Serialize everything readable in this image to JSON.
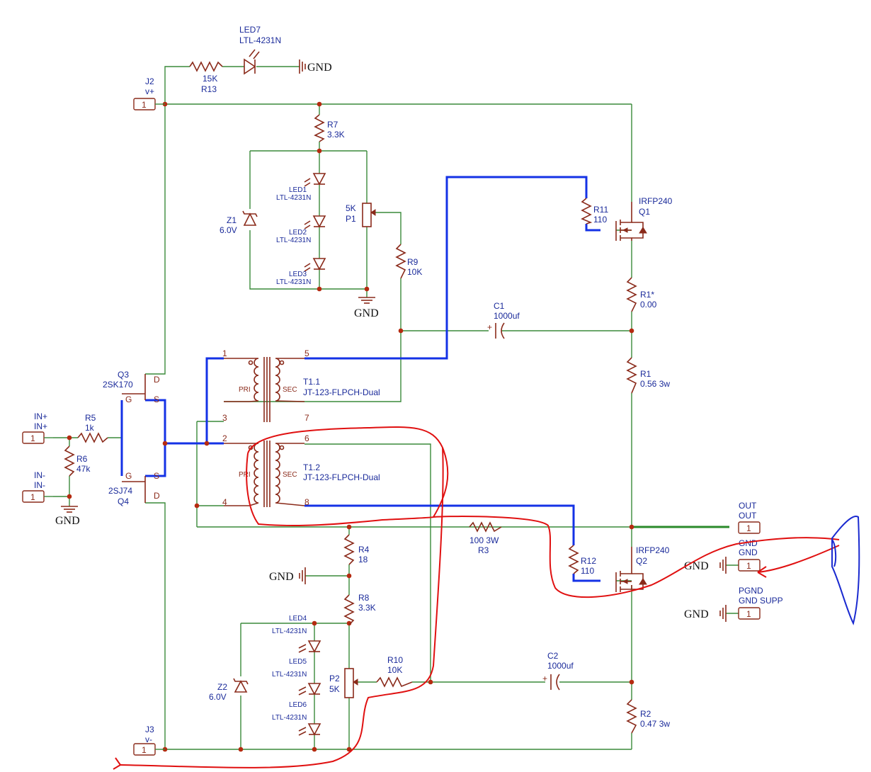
{
  "connectors": {
    "j2": {
      "ref": "J2",
      "net": "v+",
      "pin": "1"
    },
    "j3": {
      "ref": "J3",
      "net": "v-",
      "pin": "1"
    },
    "in_plus": {
      "ref": "IN+",
      "net": "IN+",
      "pin": "1"
    },
    "in_minus": {
      "ref": "IN-",
      "net": "IN-",
      "pin": "1"
    },
    "out": {
      "ref": "OUT",
      "net": "OUT",
      "pin": "1"
    },
    "gnd_conn": {
      "ref": "GND",
      "net": "GND",
      "pin": "1"
    },
    "pgnd": {
      "ref": "PGND",
      "net": "GND SUPP",
      "pin": "1"
    }
  },
  "gnd_label": "GND",
  "components": {
    "led7": {
      "ref": "LED7",
      "value": "LTL-4231N"
    },
    "r13": {
      "ref": "R13",
      "value": "15K"
    },
    "r7": {
      "ref": "R7",
      "value": "3.3K"
    },
    "led1": {
      "ref": "LED1",
      "value": "LTL-4231N"
    },
    "led2": {
      "ref": "LED2",
      "value": "LTL-4231N"
    },
    "led3": {
      "ref": "LED3",
      "value": "LTL-4231N"
    },
    "z1": {
      "ref": "Z1",
      "value": "6.0V"
    },
    "p1": {
      "ref": "P1",
      "value": "5K"
    },
    "r9": {
      "ref": "R9",
      "value": "10K"
    },
    "r11": {
      "ref": "R11",
      "value": "110"
    },
    "q1": {
      "ref": "Q1",
      "value": "IRFP240"
    },
    "r1s": {
      "ref": "R1*",
      "value": "0.00"
    },
    "c1": {
      "ref": "C1",
      "value": "1000uf"
    },
    "r1": {
      "ref": "R1",
      "value": "0.56 3w"
    },
    "q3": {
      "ref": "Q3",
      "value": "2SK170"
    },
    "q4": {
      "ref": "Q4",
      "value": "2SJ74"
    },
    "r5": {
      "ref": "R5",
      "value": "1k"
    },
    "r6": {
      "ref": "R6",
      "value": "47k"
    },
    "t11": {
      "ref": "T1.1",
      "value": "JT-123-FLPCH-Dual"
    },
    "t12": {
      "ref": "T1.2",
      "value": "JT-123-FLPCH-Dual"
    },
    "r3": {
      "ref": "R3",
      "value": "100 3W"
    },
    "r12": {
      "ref": "R12",
      "value": "110"
    },
    "q2": {
      "ref": "Q2",
      "value": "IRFP240"
    },
    "r4": {
      "ref": "R4",
      "value": "18"
    },
    "r8": {
      "ref": "R8",
      "value": "3.3K"
    },
    "led4": {
      "ref": "LED4",
      "value": "LTL-4231N"
    },
    "led5": {
      "ref": "LED5",
      "value": "LTL-4231N"
    },
    "led6": {
      "ref": "LED6",
      "value": "LTL-4231N"
    },
    "z2": {
      "ref": "Z2",
      "value": "6.0V"
    },
    "p2": {
      "ref": "P2",
      "value": "5K"
    },
    "r10": {
      "ref": "R10",
      "value": "10K"
    },
    "c2": {
      "ref": "C2",
      "value": "1000uf"
    },
    "r2": {
      "ref": "R2",
      "value": "0.47 3w"
    }
  },
  "pins": {
    "gate": "G",
    "source": "S",
    "drain": "D",
    "pri": "PRI",
    "sec": "SEC",
    "t11": [
      "1",
      "5",
      "3",
      "7"
    ],
    "t12": [
      "2",
      "6",
      "4",
      "8"
    ],
    "plus": "+"
  },
  "colors": {
    "wire": "#3a8a3a",
    "highlight_wire": "#1432e6",
    "component": "#8a2a1a",
    "label": "#1a2a9a",
    "annotation_red": "#e01010",
    "annotation_blue": "#1a2ad0"
  }
}
